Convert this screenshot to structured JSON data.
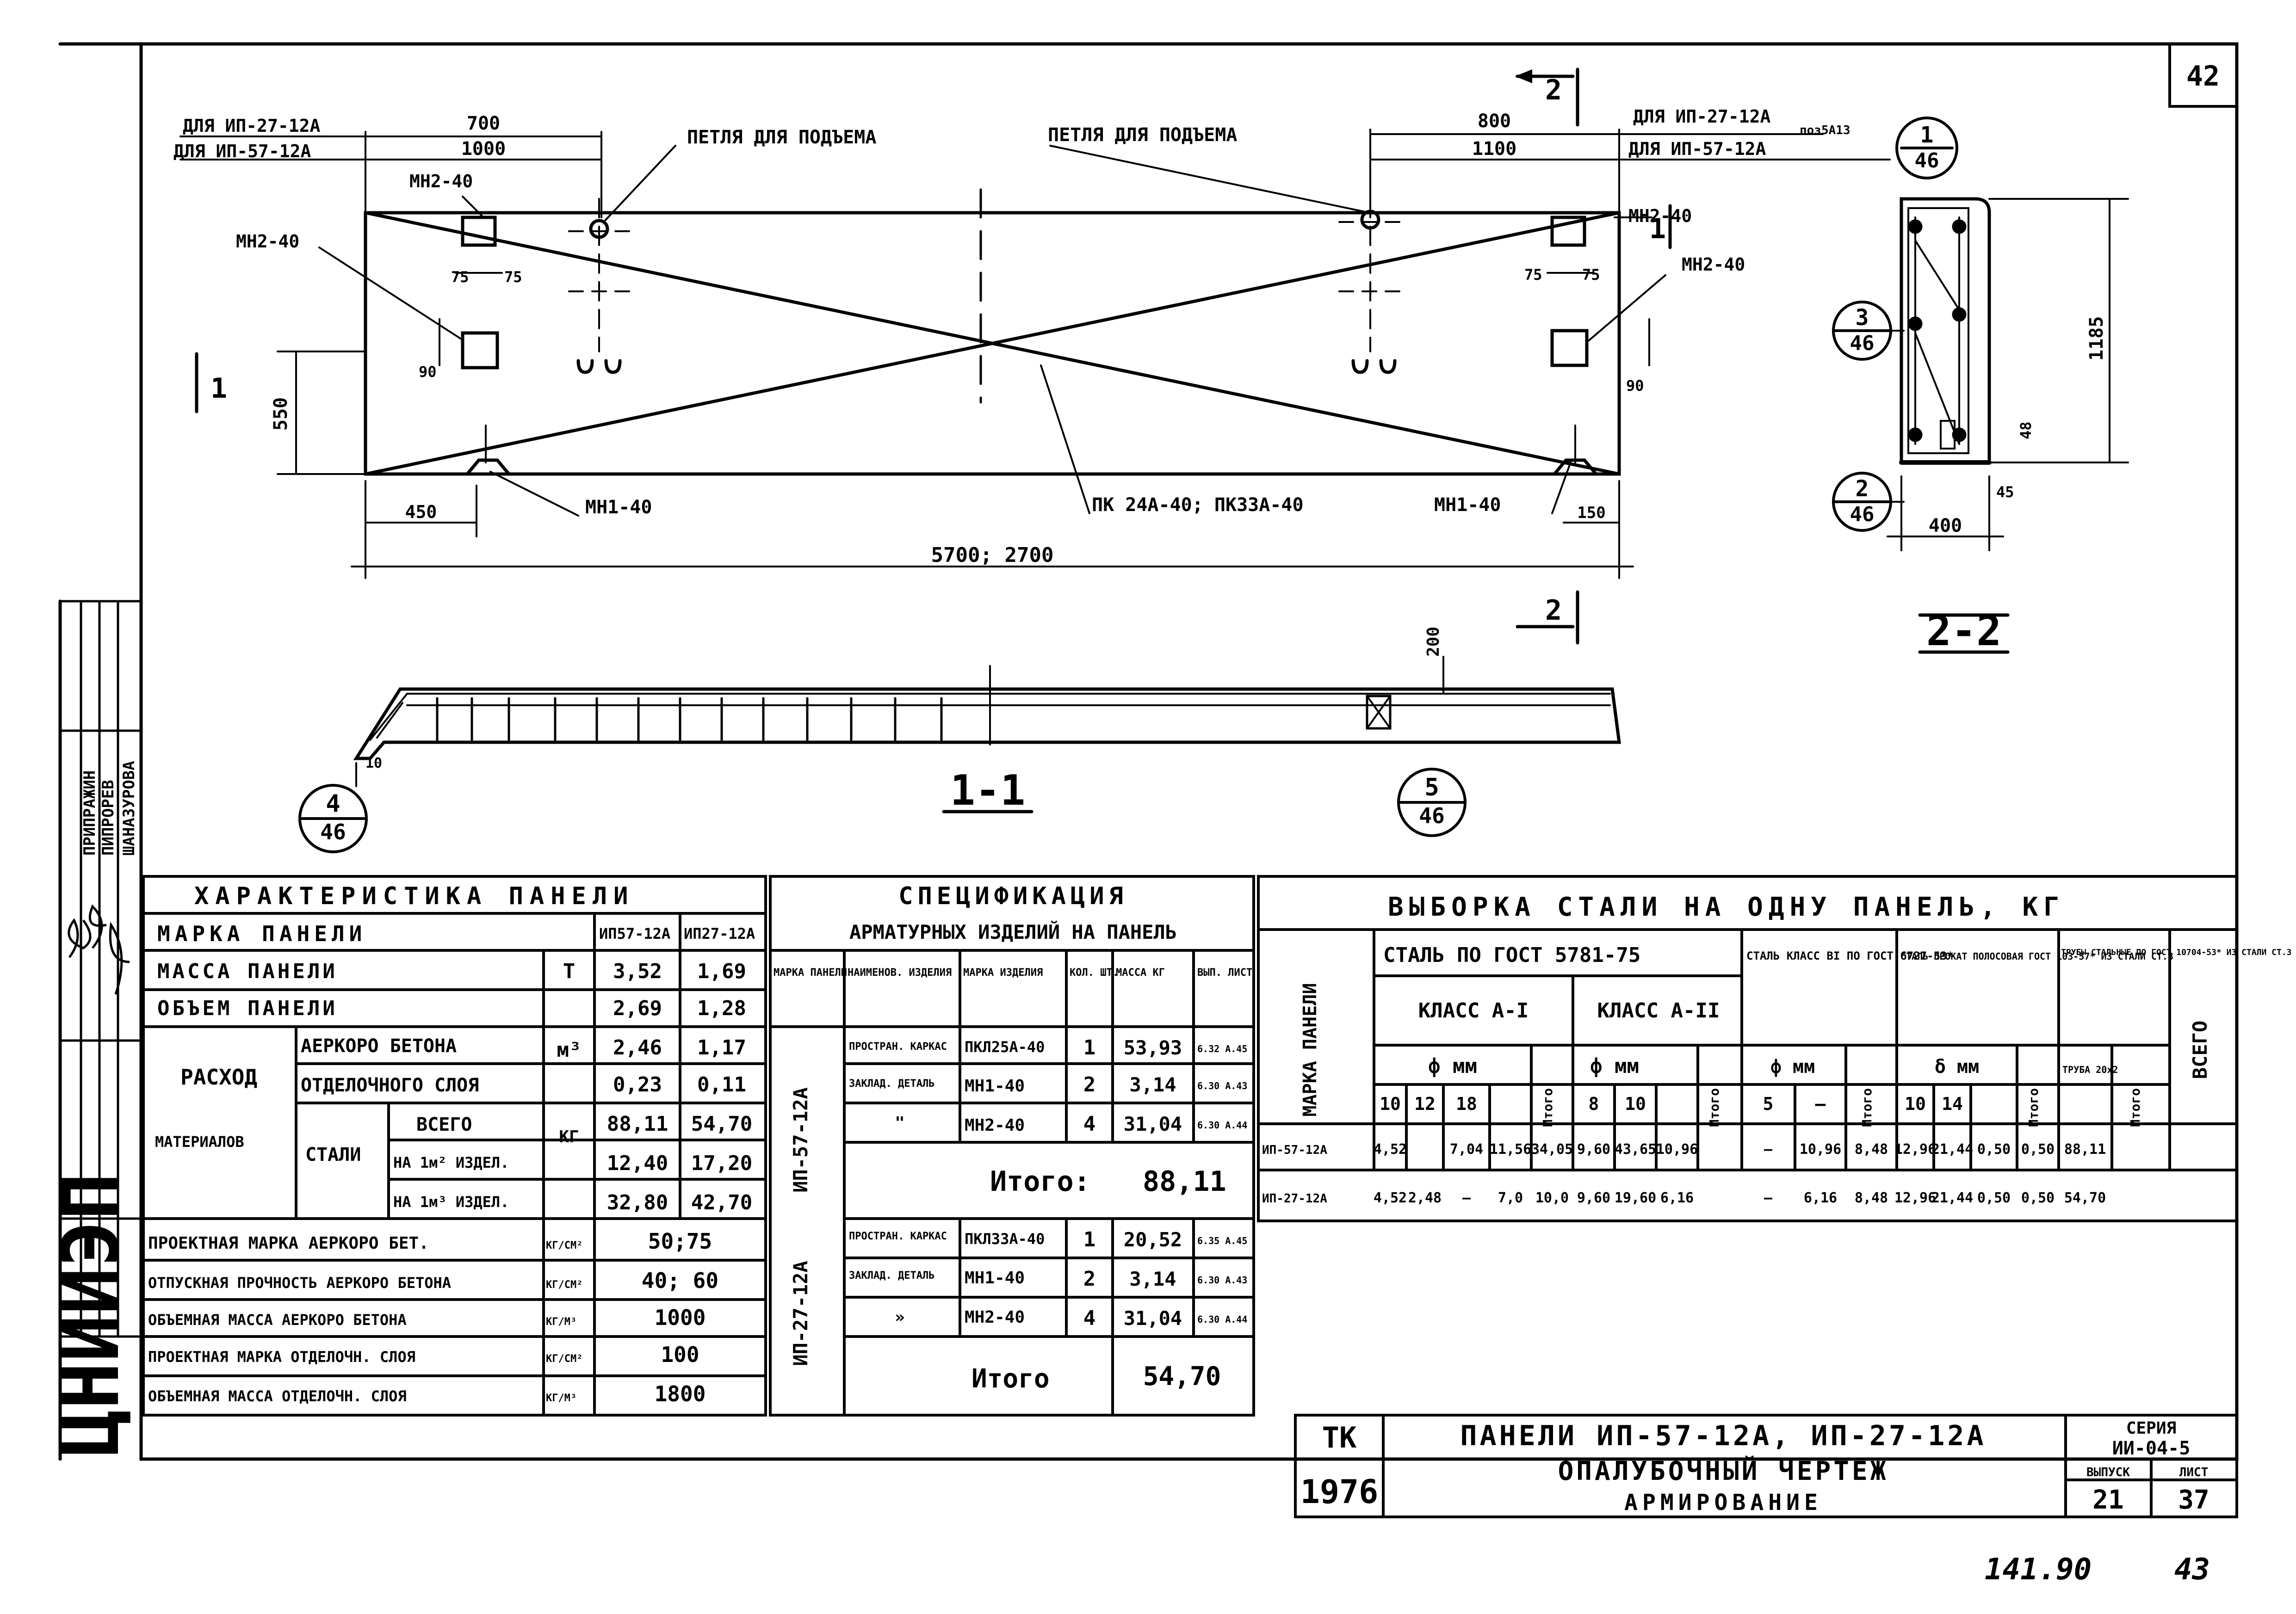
{
  "sheet_number": "42",
  "footer_handwritten": {
    "left": "141.90",
    "right": "43"
  },
  "side_stamp": {
    "org": "ЦНИИЭП",
    "rows": [
      "ПРИПРАЖИН",
      "ПИПРОРЕВ",
      "ШАНАЗУРОВА"
    ]
  },
  "plan": {
    "left_dims": {
      "label_27": "ДЛЯ ИП-27-12А",
      "label_57": "ДЛЯ ИП-57-12А",
      "dim_27": "700",
      "dim_57": "1000"
    },
    "right_dims": {
      "label_27": "ДЛЯ ИП-27-12А",
      "label_57": "ДЛЯ ИП-57-12А",
      "dim_27": "800",
      "dim_57": "1100"
    },
    "lift_loop_left": "ПЕТЛЯ ДЛЯ ПОДЪЕМА",
    "lift_loop_right": "ПЕТЛЯ ДЛЯ ПОДЪЕМА",
    "mn2_labels": [
      "МН2-40",
      "МН2-40",
      "МН2-40",
      "МН2-40"
    ],
    "dim_75": "75",
    "dim_90": "90",
    "dim_550": "550",
    "dim_450": "450",
    "dim_150": "150",
    "mn1_label_left": "МН1-40",
    "mn1_label_right": "МН1-40",
    "frames_label": "ПК 24А-40; ПК33А-40",
    "total_length": "5700; 2700",
    "section_mark_1": "1",
    "section_mark_2": "2",
    "pozn": "поз5А13"
  },
  "section_11": {
    "title": "1-1",
    "dim_200": "200",
    "dim_10": "10"
  },
  "section_22": {
    "title": "2-2",
    "dim_1185": "1185",
    "dim_400": "400",
    "dim_48": "48",
    "dim_45": "45"
  },
  "callouts": [
    {
      "num": "1",
      "sheet": "46"
    },
    {
      "num": "3",
      "sheet": "46"
    },
    {
      "num": "2",
      "sheet": "46"
    },
    {
      "num": "4",
      "sheet": "46"
    },
    {
      "num": "5",
      "sheet": "46"
    }
  ],
  "table_char": {
    "title": "ХАРАКТЕРИСТИКА ПАНЕЛИ",
    "hdr_mark": "МАРКА ПАНЕЛИ",
    "hdr_57": "ИП57-12А",
    "hdr_27": "ИП27-12А",
    "mass": {
      "label": "МАССА ПАНЕЛИ",
      "unit": "Т",
      "v57": "3,52",
      "v27": "1,69"
    },
    "volume": {
      "label": "ОБЪЕМ ПАНЕЛИ",
      "v57": "2,69",
      "v27": "1,28"
    },
    "consumption_label": "РАСХОД",
    "materials_label": "МАТЕРИАЛОВ",
    "aerated": {
      "label": "АЕРКОРО БЕТОНА",
      "unit": "м³",
      "v57": "2,46",
      "v27": "1,17"
    },
    "finish": {
      "label": "ОТДЕЛОЧНОГО СЛОЯ",
      "v57": "0,23",
      "v27": "0,11"
    },
    "steel_label": "СТАЛИ",
    "steel_unit": "КГ",
    "steel_total": {
      "label": "ВСЕГО",
      "v57": "88,11",
      "v27": "54,70"
    },
    "steel_m2": {
      "label": "НА 1м² ИЗДЕЛ.",
      "v57": "12,40",
      "v27": "17,20"
    },
    "steel_m3": {
      "label": "НА 1м³ ИЗДЕЛ.",
      "v57": "32,80",
      "v27": "42,70"
    },
    "design_grade": {
      "label": "ПРОЕКТНАЯ МАРКА АЕРКОРО БЕТ.",
      "unit": "КГ/СМ²",
      "value": "50;75"
    },
    "release_strength": {
      "label": "ОТПУСКНАЯ ПРОЧНОСТЬ АЕРКОРО БЕТОНА",
      "unit": "КГ/СМ²",
      "value": "40; 60"
    },
    "density": {
      "label": "ОБЪЕМНАЯ МАССА АЕРКОРО БЕТОНА",
      "unit": "КГ/М³",
      "value": "1000"
    },
    "finish_grade": {
      "label": "ПРОЕКТНАЯ МАРКА ОТДЕЛОЧН. СЛОЯ",
      "unit": "КГ/СМ²",
      "value": "100"
    },
    "finish_density": {
      "label": "ОБЪЕМНАЯ МАССА ОТДЕЛОЧН. СЛОЯ",
      "unit": "КГ/М³",
      "value": "1800"
    }
  },
  "table_spec": {
    "title1": "СПЕЦИФИКАЦИЯ",
    "title2": "АРМАТУРНЫХ ИЗДЕЛИЙ НА ПАНЕЛЬ",
    "headers": [
      "МАРКА ПАНЕЛИ",
      "НАИМЕНОВ. ИЗДЕЛИЯ",
      "МАРКА ИЗДЕЛИЯ",
      "КОЛ. ШТ.",
      "МАССА КГ",
      "ВЫП. ЛИСТ"
    ],
    "group1": {
      "panel": "ИП-57-12А",
      "rows": [
        [
          "ПРОСТРАН. КАРКАС",
          "ПКЛ25А-40",
          "1",
          "53,93",
          "6.32 А.45"
        ],
        [
          "ЗАКЛАД. ДЕТАЛЬ",
          "МН1-40",
          "2",
          "3,14",
          "6.30 А.43"
        ],
        [
          "\"",
          "МН2-40",
          "4",
          "31,04",
          "6.30 А.44"
        ]
      ],
      "total_label": "Итого:",
      "total": "88,11"
    },
    "group2": {
      "panel": "ИП-27-12А",
      "rows": [
        [
          "ПРОСТРАН. КАРКАС",
          "ПКЛ33А-40",
          "1",
          "20,52",
          "6.35 А.45"
        ],
        [
          "ЗАКЛАД. ДЕТАЛЬ",
          "МН1-40",
          "2",
          "3,14",
          "6.30 А.43"
        ],
        [
          "»",
          "МН2-40",
          "4",
          "31,04",
          "6.30 А.44"
        ]
      ],
      "total_label": "Итого",
      "total": "54,70"
    }
  },
  "table_steel": {
    "title": "ВЫБОРКА СТАЛИ НА ОДНУ ПАНЕЛЬ, КГ",
    "hdr_mark": "МАРКА ПАНЕЛИ",
    "hdr_gost": "СТАЛЬ ПО ГОСТ 5781-75",
    "hdr_class1": "КЛАСС А-I",
    "hdr_class2": "КЛАСС А-II",
    "hdr_bi": "СТАЛЬ КЛАСС ВI ПО ГОСТ 6727-53*",
    "hdr_rolled": "СТАЛЬ ПРОКАТ ПОЛОСОВАЯ ГОСТ 103-57* ИЗ СТАЛИ СТ.3",
    "hdr_pipes": "ТРУБЫ СТАЛЬНЫЕ ПО ГОСТ 10704-53* ИЗ СТАЛИ СТ.3",
    "hdr_total": "ВСЕГО",
    "phi_mm": "ф мм",
    "delta_mm": "δ мм",
    "itogo": "Итого",
    "pipe_size": "ТРУБА 20х2",
    "subcols": [
      "10",
      "12",
      "18",
      "8",
      "10",
      "5",
      "—",
      "10",
      "14"
    ],
    "rows": [
      [
        "ИП-57-12А",
        "4,52",
        "",
        "7,04",
        "11,56",
        "34,05",
        "9,60",
        "43,65",
        "10,96",
        "—",
        "10,96",
        "8,48",
        "12,96",
        "21,44",
        "0,50",
        "0,50",
        "88,11"
      ],
      [
        "ИП-27-12А",
        "4,52",
        "2,48",
        "—",
        "7,0",
        "10,0",
        "9,60",
        "19,60",
        "6,16",
        "—",
        "6,16",
        "8,48",
        "12,96",
        "21,44",
        "0,50",
        "0,50",
        "54,70"
      ]
    ]
  },
  "title_block": {
    "org": "ТК",
    "year": "1976",
    "line1": "ПАНЕЛИ ИП-57-12А, ИП-27-12А",
    "line2": "ОПАЛУБОЧНЫЙ ЧЕРТЕЖ",
    "line3": "АРМИРОВАНИЕ",
    "series_label": "СЕРИЯ",
    "series": "ИИ-04-5",
    "issue_label": "ВЫПУСК",
    "sheet_label": "ЛИСТ",
    "issue": "21",
    "sheet": "37"
  }
}
